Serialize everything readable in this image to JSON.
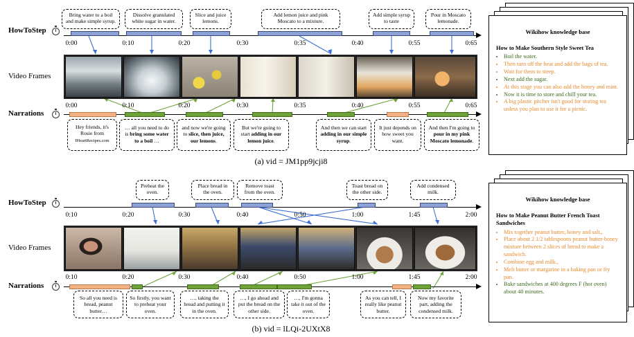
{
  "colors": {
    "step_bar": "#8ea2d8",
    "narration_orange": "#f4b183",
    "narration_green": "#6fa33a",
    "kb_orange": "#e8892a",
    "kb_green": "#3c6a1a",
    "link_blue": "#3d6fd6",
    "link_green": "#6fa33a"
  },
  "labels": {
    "howtostep": "HowToStep",
    "video_frames": "Video Frames",
    "narrations": "Narrations",
    "timer_icon": "stopwatch-icon"
  },
  "panel_a": {
    "caption": "(a) vid = JM1pp9jcji8",
    "ticks_top": [
      "0:00",
      "0:10",
      "0:20",
      "0:30",
      "0:35",
      "0:40",
      "0:55",
      "0:65"
    ],
    "ticks_bottom": [
      "0:00",
      "0:10",
      "0:20",
      "0:30",
      "0:35",
      "0:40",
      "0:55",
      "0:65"
    ],
    "steps": [
      "Bring water to a boil and make simple syrup.",
      "Dissolve granulated white sugar in water.",
      "Slice and juice lemons.",
      "Add lemon juice and pink Moscato to a mixture.",
      "Add simple syrup to taste",
      "Pour in Moscato lemonade."
    ],
    "narrations": [
      {
        "pre": "Hey friends, it's Rosie from ",
        "bold": "",
        "post": "",
        "extra": "IHeartRecipes.com"
      },
      {
        "pre": "… all you need to do is ",
        "bold": "bring some water to a boil",
        "post": " …",
        "extra": ""
      },
      {
        "pre": "and now we're going to ",
        "bold": "slice, then juice, our lemons",
        "post": ".",
        "extra": ""
      },
      {
        "pre": "But we're going to start ",
        "bold": "adding in our lemon juice",
        "post": ".",
        "extra": ""
      },
      {
        "pre": "And then we can start ",
        "bold": "adding in our simple syrup",
        "post": ".",
        "extra": ""
      },
      {
        "pre": "It just depends on how sweet you want.",
        "bold": "",
        "post": "",
        "extra": ""
      },
      {
        "pre": "And then I'm going to ",
        "bold": "pour in my pink Moscato lemonade",
        "post": ".",
        "extra": ""
      }
    ],
    "kb": {
      "header": "Wikihow knowledge base",
      "title": "How to Make Southern Style Sweet Tea",
      "items": [
        {
          "text": "Boil the water.",
          "tone": "g"
        },
        {
          "text": "Then turn off the heat and add the bags of tea.",
          "tone": "o"
        },
        {
          "text": "Wait for them to steep.",
          "tone": "o"
        },
        {
          "text": "Next add the sugar.",
          "tone": "g"
        },
        {
          "text": "At this stage you can also add the honey and mint.",
          "tone": "o"
        },
        {
          "text": "Now it is time to store and chill your tea.",
          "tone": "g"
        },
        {
          "text": "A big plastic pitcher isn't good for storing tea unless you plan to use it for a picnic.",
          "tone": "o"
        }
      ]
    }
  },
  "panel_b": {
    "caption": "(b) vid = lLQi-2UXtX8",
    "ticks_top": [
      "0:10",
      "0:20",
      "0:30",
      "0:40",
      "0:50",
      "1:00",
      "1:45",
      "2:00"
    ],
    "ticks_bottom": [
      "0:10",
      "0:20",
      "0:30",
      "0:40",
      "0:50",
      "1:00",
      "1:45",
      "2:00"
    ],
    "steps": [
      "Preheat the oven.",
      "Place bread in the oven.",
      "Remove toast from the oven.",
      "Toast bread on the other side.",
      "Add condensed milk."
    ],
    "narrations": [
      "So all you need is bread, peanut butter…",
      "So firstly, you want to preheat your oven.",
      "…, taking the bread and putting it in the oven.",
      "…, I go ahead and put the bread on the other side.",
      "…, I'm gonna take it out of the oven.",
      "As you can tell, I really like peanut butter.",
      "Now my favorite part, adding the condensed milk."
    ],
    "kb": {
      "header": "Wikihow knowledge base",
      "title": "How to Make Peanut Butter French Toast Sandwiches",
      "items": [
        {
          "text": "Mix together peanut butter, honey and salt.,",
          "tone": "o"
        },
        {
          "text": "Place about 2 1/2 tablespoons peanut butter-honey mixture between 2 slices of bread to make a sandwich.",
          "tone": "o"
        },
        {
          "text": "Combine egg and milk.,",
          "tone": "o"
        },
        {
          "text": "Melt butter or margarine in a baking pan or fry pan.",
          "tone": "o"
        },
        {
          "text": "Bake sandwiches at 400 degrees F (hot oven) about 40 minutes.",
          "tone": "g"
        }
      ]
    }
  }
}
